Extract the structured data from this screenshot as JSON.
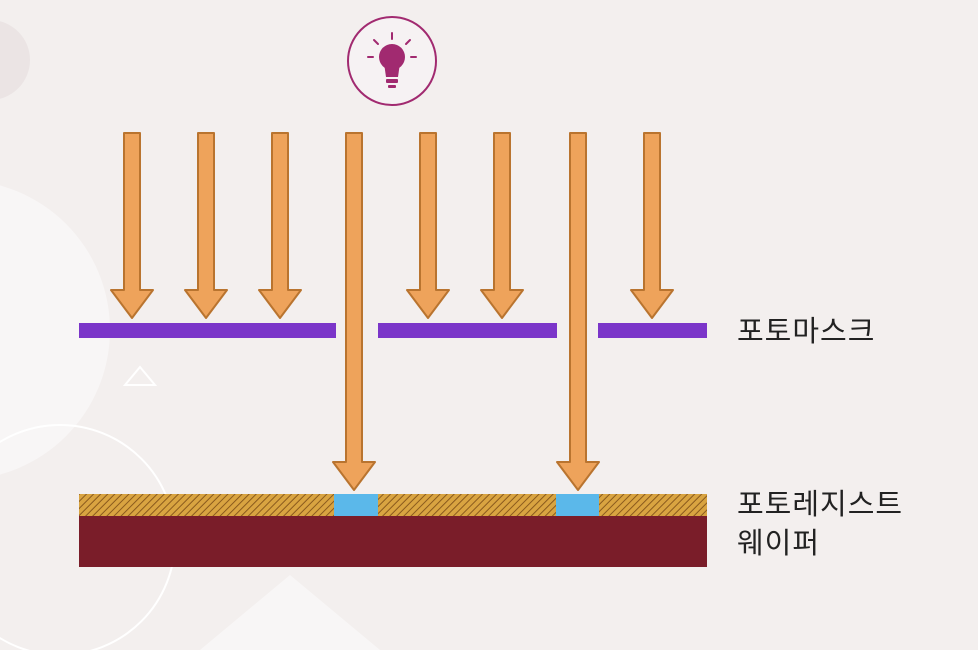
{
  "labels": {
    "photomask": "포토마스크",
    "photoresist": "포토레지스트",
    "wafer": "웨이퍼"
  },
  "icons": {
    "light_source": "lightbulb-icon",
    "marker": "triangle-outline-icon"
  },
  "colors": {
    "background": "#f3efee",
    "arrow_fill": "#eea35b",
    "arrow_stroke": "#b9742f",
    "mask": "#7b35c9",
    "resist_base": "#d9a441",
    "resist_hatch": "#8a5a1d",
    "exposed_resist": "#5bb8ea",
    "wafer": "#7a1d29",
    "bulb": "#a12a70"
  }
}
